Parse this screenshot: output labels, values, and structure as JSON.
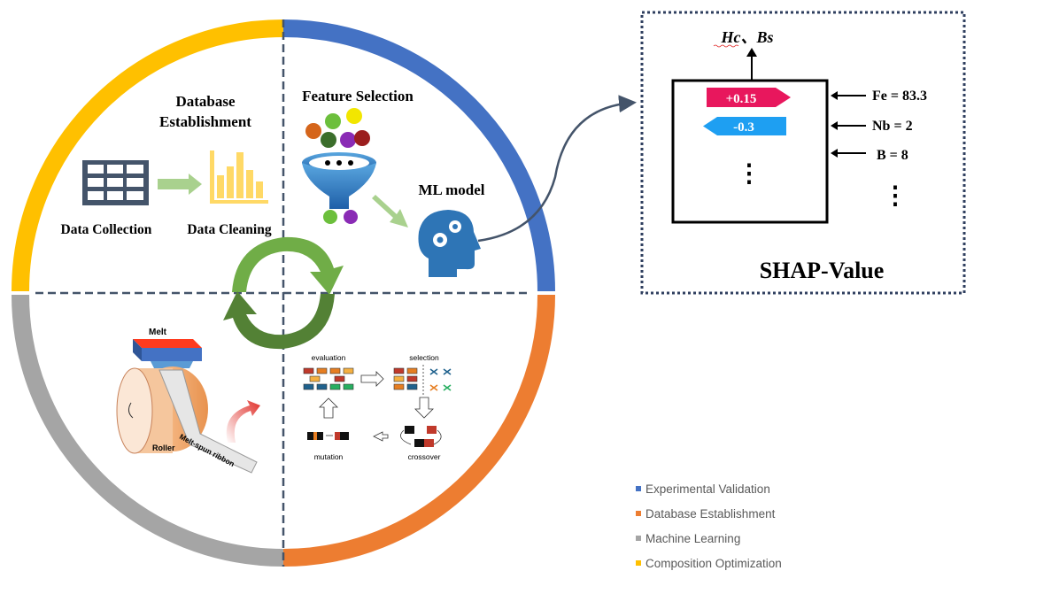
{
  "quadrants": {
    "database": {
      "title_line1": "Database",
      "title_line2": "Establishment",
      "step1": "Data Collection",
      "step2": "Data Cleaning"
    },
    "ml": {
      "feature_selection": "Feature Selection",
      "ml_model": "ML model"
    },
    "melt_spinning": {
      "melt_label": "Melt",
      "roller_label": "Roller",
      "ribbon_label": "Melt-spun ribbon"
    },
    "genetic_algorithm": {
      "evaluation": "evaluation",
      "selection": "selection",
      "crossover": "crossover",
      "mutation": "mutation"
    }
  },
  "ring_colors": {
    "top_right": "#4472c4",
    "bottom_right": "#ed7d31",
    "bottom_left": "#a5a5a5",
    "top_left": "#ffc000"
  },
  "shap": {
    "output_label": "Hc、Bs",
    "positive_value": "+0.15",
    "negative_value": "-0.3",
    "features": [
      "Fe = 83.3",
      "Nb = 2",
      "B = 8"
    ],
    "ellipsis": "⋮",
    "title": "SHAP-Value"
  },
  "legend": [
    {
      "label": "Experimental Validation",
      "color": "#4472c4"
    },
    {
      "label": "Database Establishment",
      "color": "#ed7d31"
    },
    {
      "label": "Machine Learning",
      "color": "#a5a5a5"
    },
    {
      "label": "Composition Optimization",
      "color": "#ffc000"
    }
  ]
}
